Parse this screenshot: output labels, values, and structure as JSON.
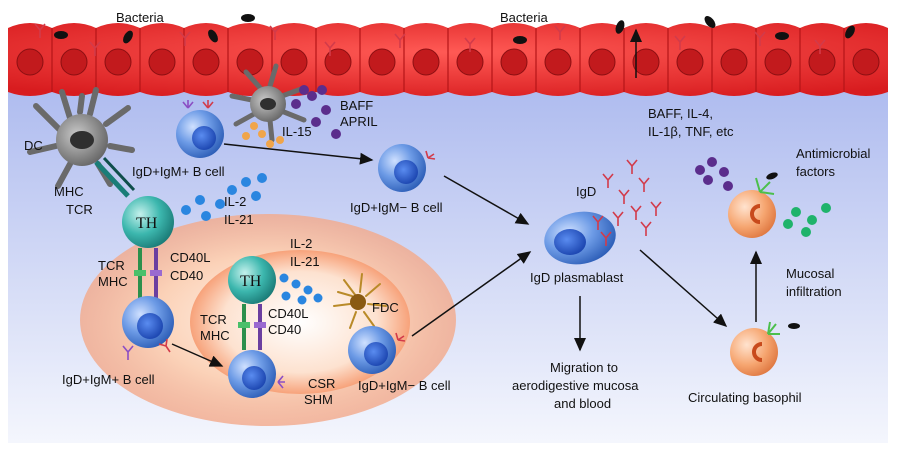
{
  "labels": {
    "bacteria_left": "Bacteria",
    "bacteria_right": "Bacteria",
    "dc": "DC",
    "mhc1": "MHC",
    "tcr1": "TCR",
    "il15": "IL-15",
    "baff_left": "BAFF",
    "april": "APRIL",
    "b_cell_top": "IgD+IgM+ B cell",
    "b_cell_mid": "IgD+IgM− B cell",
    "il2_top": "IL-2",
    "il21_top": "IL-21",
    "th_top": "TH",
    "tcr2": "TCR",
    "mhc2": "MHC",
    "cd40l_1": "CD40L",
    "cd40_1": "CD40",
    "b_cell_bottom_left": "IgD+IgM+ B cell",
    "il2_inner": "IL-2",
    "il21_inner": "IL-21",
    "th_inner": "TH",
    "tcr3": "TCR",
    "mhc3": "MHC",
    "cd40l_2": "CD40L",
    "cd40_2": "CD40",
    "fdc": "FDC",
    "csr": "CSR",
    "shm": "SHM",
    "b_cell_bottom_mid": "IgD+IgM− B cell",
    "igd": "IgD",
    "plasmablast": "IgD plasmablast",
    "migration_1": "Migration to",
    "migration_2": "aerodigestive mucosa",
    "migration_3": "and blood",
    "cytokines_1": "BAFF, IL-4,",
    "cytokines_2": "IL-1β, TNF, etc",
    "antimicrobial_1": "Antimicrobial",
    "antimicrobial_2": "factors",
    "mucosal_1": "Mucosal",
    "mucosal_2": "infiltration",
    "basophil": "Circulating basophil"
  },
  "colors": {
    "epithelium": "#e8262a",
    "nucleus": "#c41c1f",
    "b_cell": "#4a7fd6",
    "th_cell": "#2aa6a0",
    "baff_dots": "#5b2d8c",
    "il_dots": "#2a86e0",
    "basophil": "#f4a26a",
    "antimicrobial_dots": "#1fb36b",
    "germinal_center": "#f7b58f",
    "antibody": "#d23b4a"
  }
}
